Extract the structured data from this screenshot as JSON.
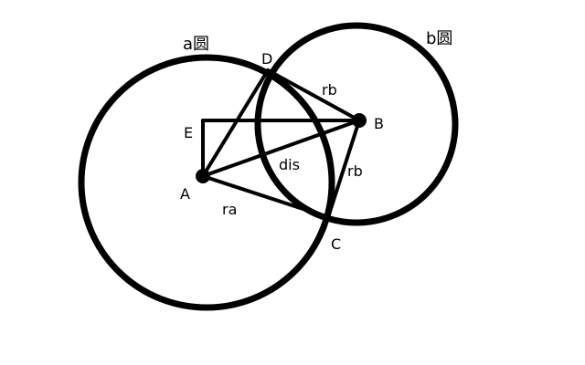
{
  "circles": {
    "a": {
      "title": "a圆"
    },
    "b": {
      "title": "b圆"
    }
  },
  "points": {
    "A": "A",
    "B": "B",
    "C": "C",
    "D": "D",
    "E": "E"
  },
  "segments": {
    "ra": "ra",
    "dis": "dis",
    "rb_upper": "rb",
    "rb_lower": "rb"
  },
  "colors": {
    "stroke": "#000000",
    "background": "#ffffff"
  }
}
